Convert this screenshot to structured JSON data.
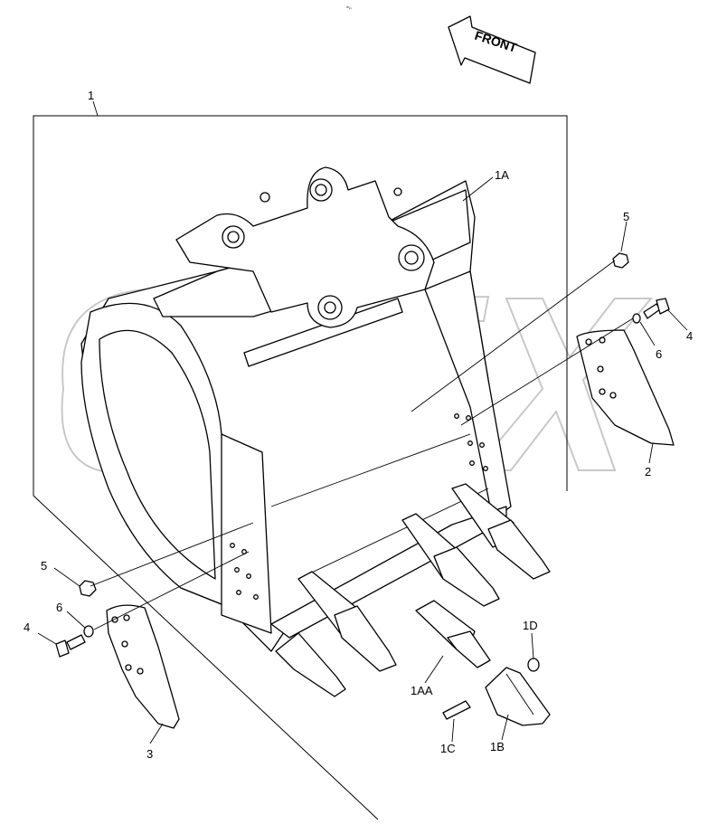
{
  "header": {
    "mark": "ᵐᵢₙ"
  },
  "front_arrow": {
    "label": "FRONT"
  },
  "watermark": {
    "text": "OPEX",
    "color": "#c8c8c8"
  },
  "labels": {
    "assembly": "1",
    "bucket_body": "1A",
    "adapter": "1AA",
    "tooth_point": "1B",
    "pin": "1C",
    "lock": "1D",
    "side_cutter_right": "2",
    "side_cutter_left": "3",
    "bolt_right": "4",
    "bolt_left": "4",
    "nut_right": "5",
    "nut_left": "5",
    "washer_right": "6",
    "washer_left": "6"
  }
}
